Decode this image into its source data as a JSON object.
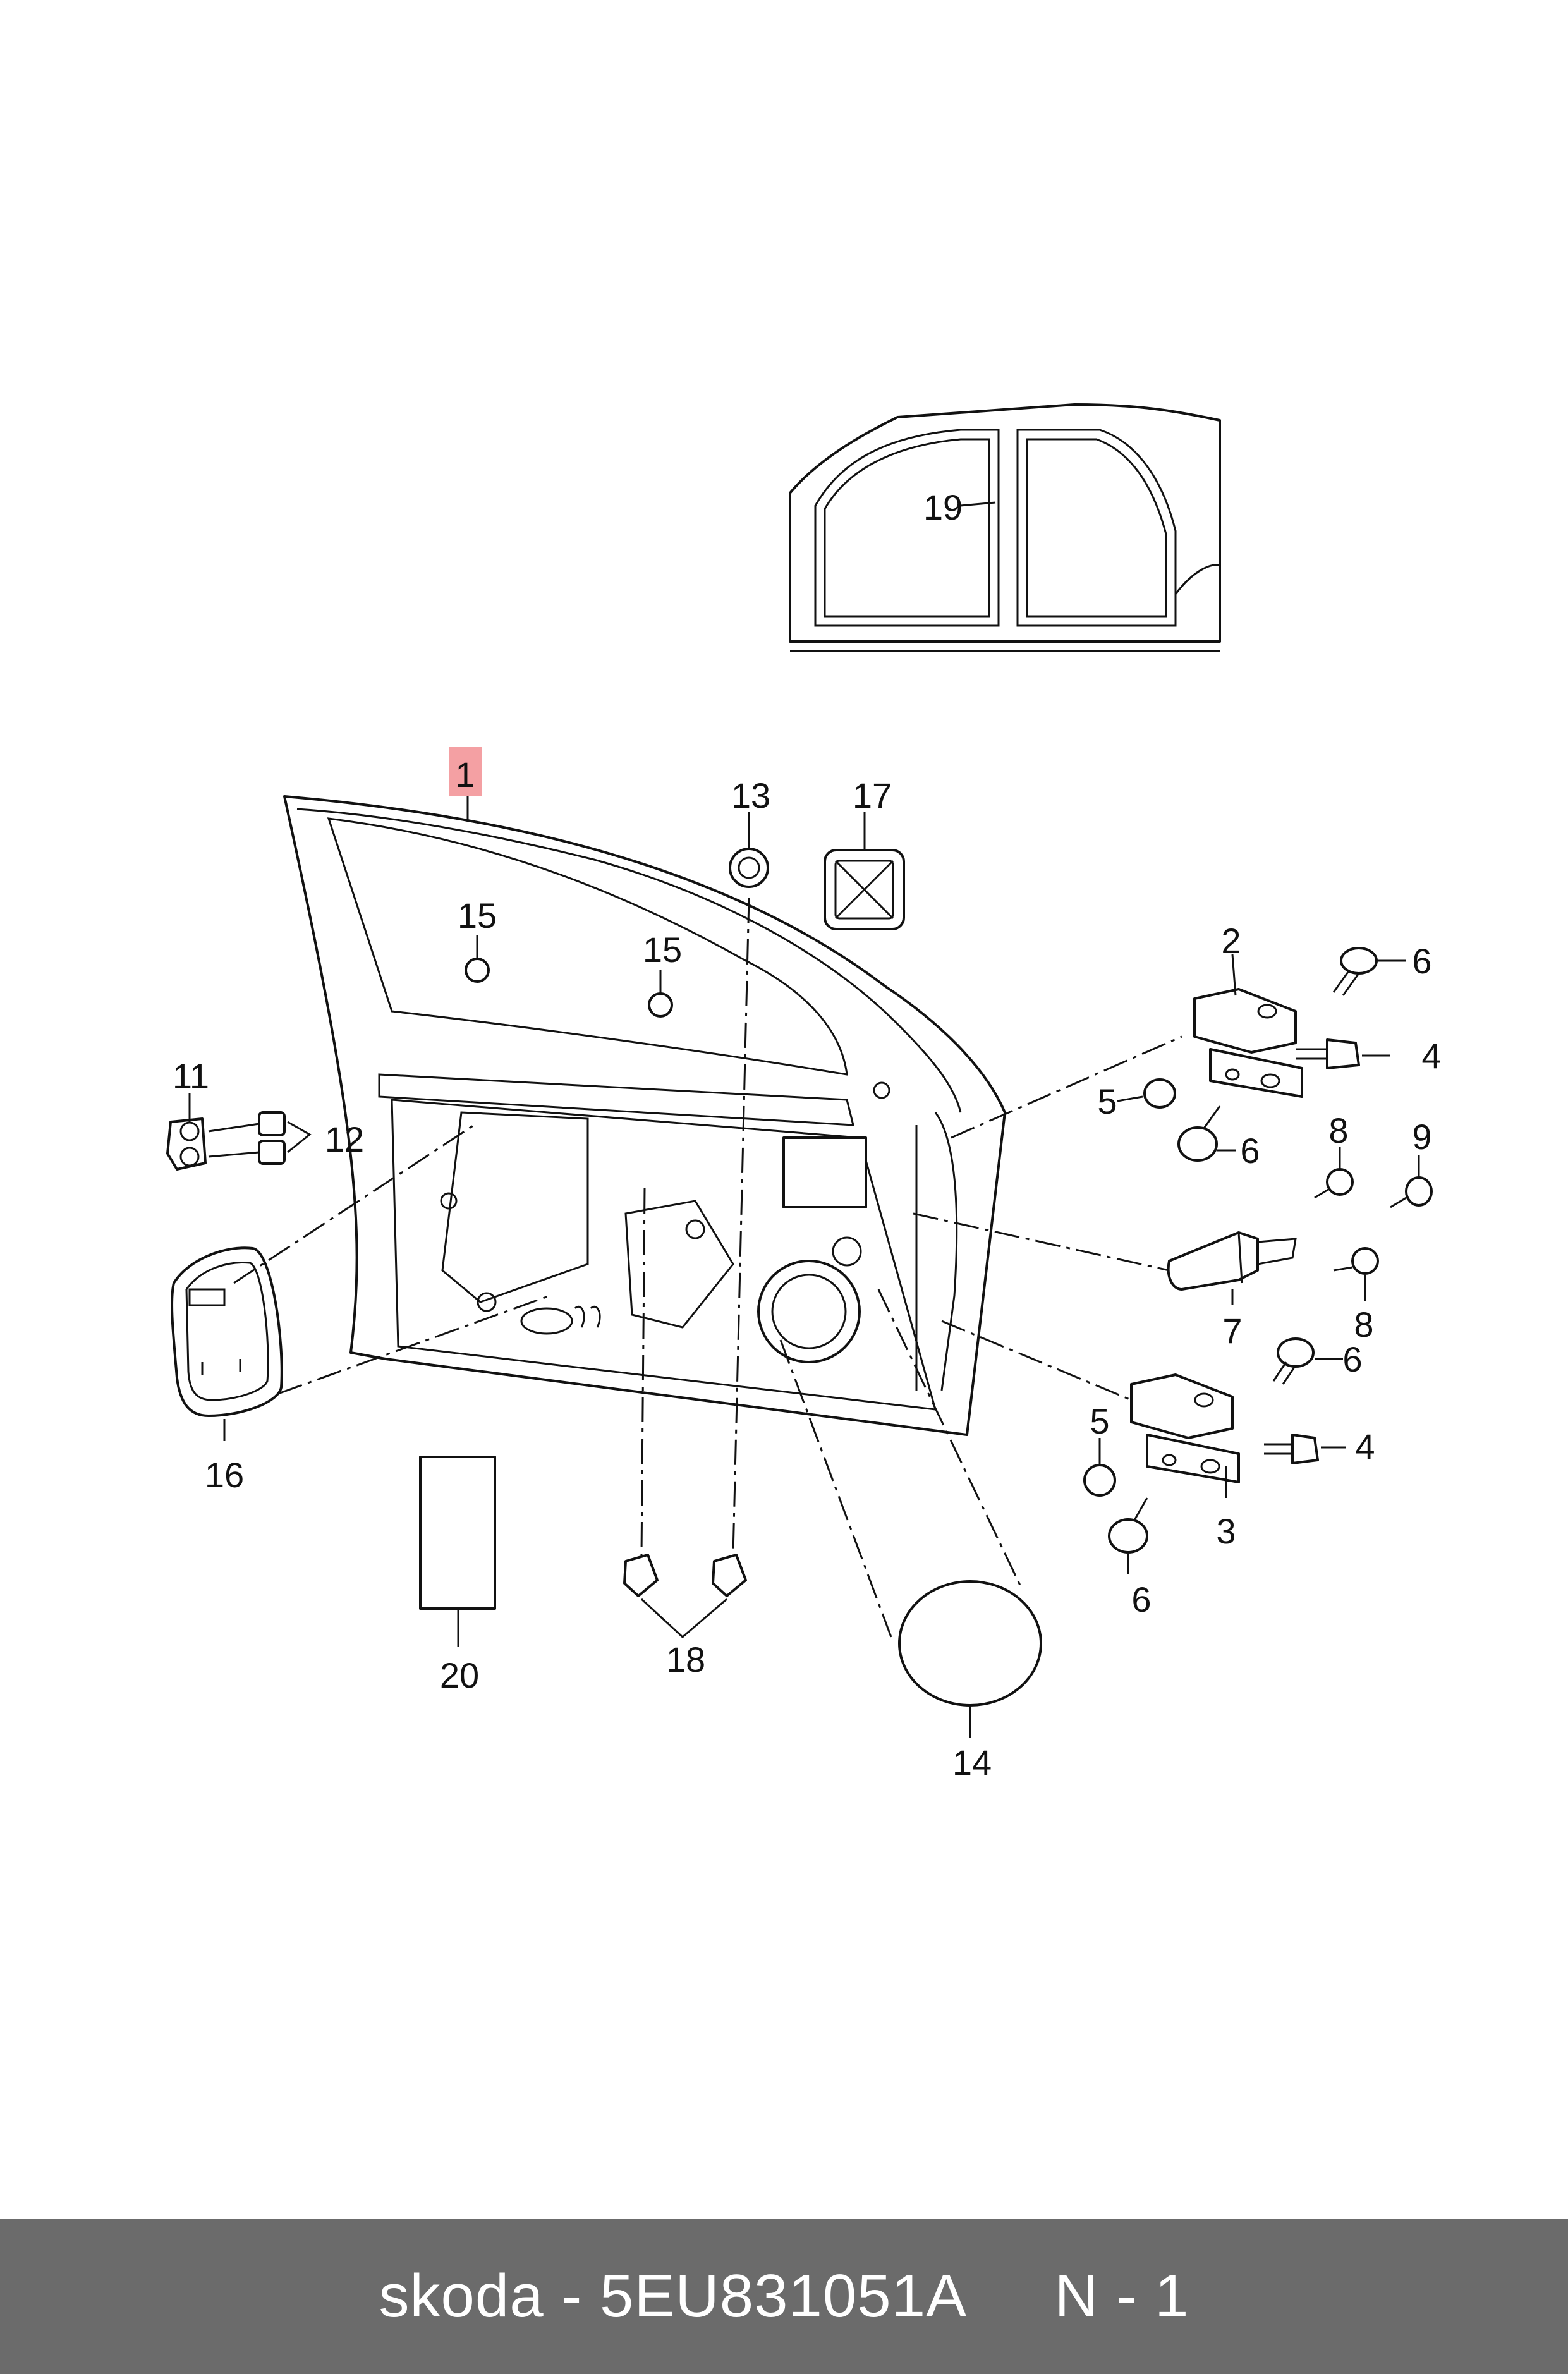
{
  "footer": {
    "brand": "skoda",
    "separator": " - ",
    "part_number": "5EU831051A",
    "page_ref": "N - 1"
  },
  "highlight_color": "#f4a0a3",
  "labels": {
    "p1": "1",
    "p2": "2",
    "p3": "3",
    "p4a": "4",
    "p4b": "4",
    "p5a": "5",
    "p5b": "5",
    "p6a": "6",
    "p6b": "6",
    "p6c": "6",
    "p6d": "6",
    "p7": "7",
    "p8a": "8",
    "p8b": "8",
    "p9": "9",
    "p11": "11",
    "p12": "12",
    "p13": "13",
    "p14": "14",
    "p15a": "15",
    "p15b": "15",
    "p16": "16",
    "p17": "17",
    "p18": "18",
    "p19": "19",
    "p20": "20"
  }
}
